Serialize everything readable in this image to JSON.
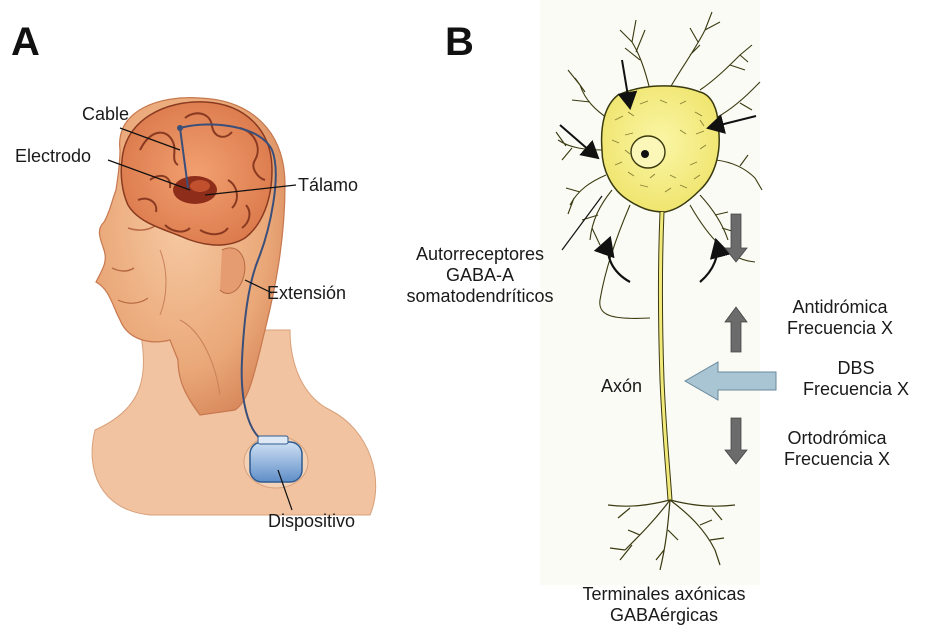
{
  "panel_a": {
    "letter": "A",
    "labels": {
      "cable": "Cable",
      "electrodo": "Electrodo",
      "talamo": "Tálamo",
      "extension": "Extensión",
      "dispositivo": "Dispositivo"
    }
  },
  "panel_b": {
    "letter": "B",
    "labels": {
      "autorreceptores": [
        "Autorreceptores",
        "GABA-A",
        "somatodendríticos"
      ],
      "axon": "Axón",
      "antidromica": [
        "Antidrómica",
        "Frecuencia X"
      ],
      "dbs": [
        "DBS",
        "Frecuencia X"
      ],
      "ortodromica": [
        "Ortodrómica",
        "Frecuencia X"
      ],
      "terminales": [
        "Terminales axónicas",
        "GABAérgicas"
      ]
    }
  },
  "colors": {
    "skin": "#f0b48a",
    "skin_shadow": "#d98a5c",
    "brain": "#e8935f",
    "brain_dark": "#a8452a",
    "neuron_fill": "#f7f07a",
    "neuron_outline": "#3a3a10",
    "dbs_arrow": "#a9c4d3",
    "grey_arrow": "#6b6b6b",
    "device": "#7aa6d6"
  }
}
